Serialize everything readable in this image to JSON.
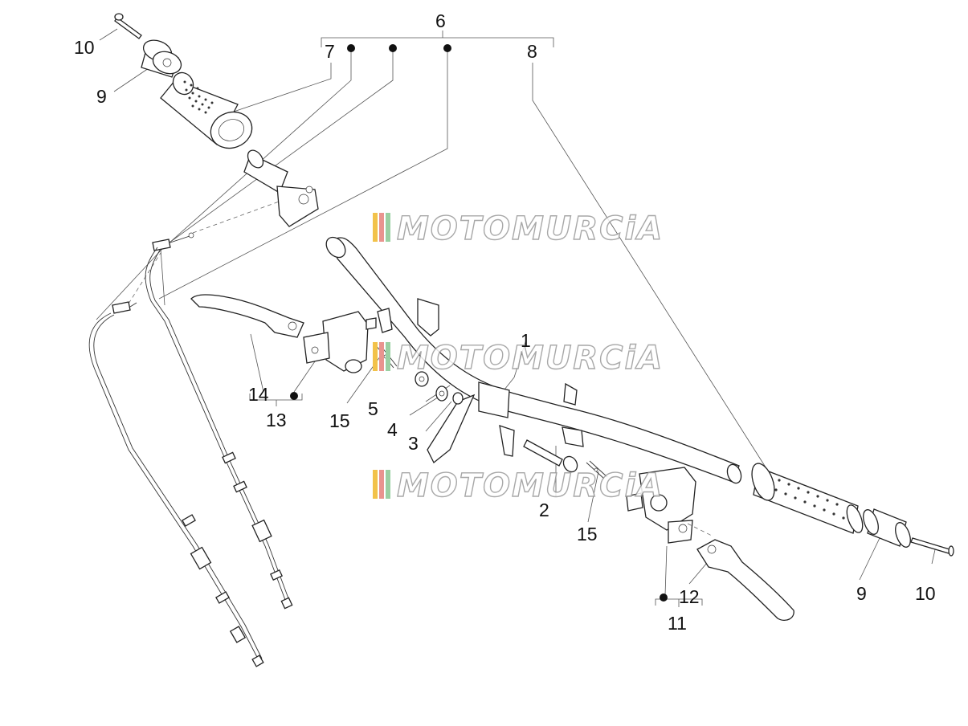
{
  "callouts": {
    "c1": "1",
    "c2": "2",
    "c3": "3",
    "c4": "4",
    "c5": "5",
    "c6": "6",
    "c7": "7",
    "c8": "8",
    "c9_left": "9",
    "c9_right": "9",
    "c10_left": "10",
    "c10_right": "10",
    "c11": "11",
    "c12": "12",
    "c13": "13",
    "c14": "14",
    "c15_left": "15",
    "c15_right": "15"
  },
  "watermark": {
    "text": "MOTOMURCiA",
    "stripe_colors": [
      "#f2c24a",
      "#e9948f",
      "#9ad0a2"
    ]
  },
  "colors": {
    "line": "#222222",
    "background": "#ffffff"
  }
}
